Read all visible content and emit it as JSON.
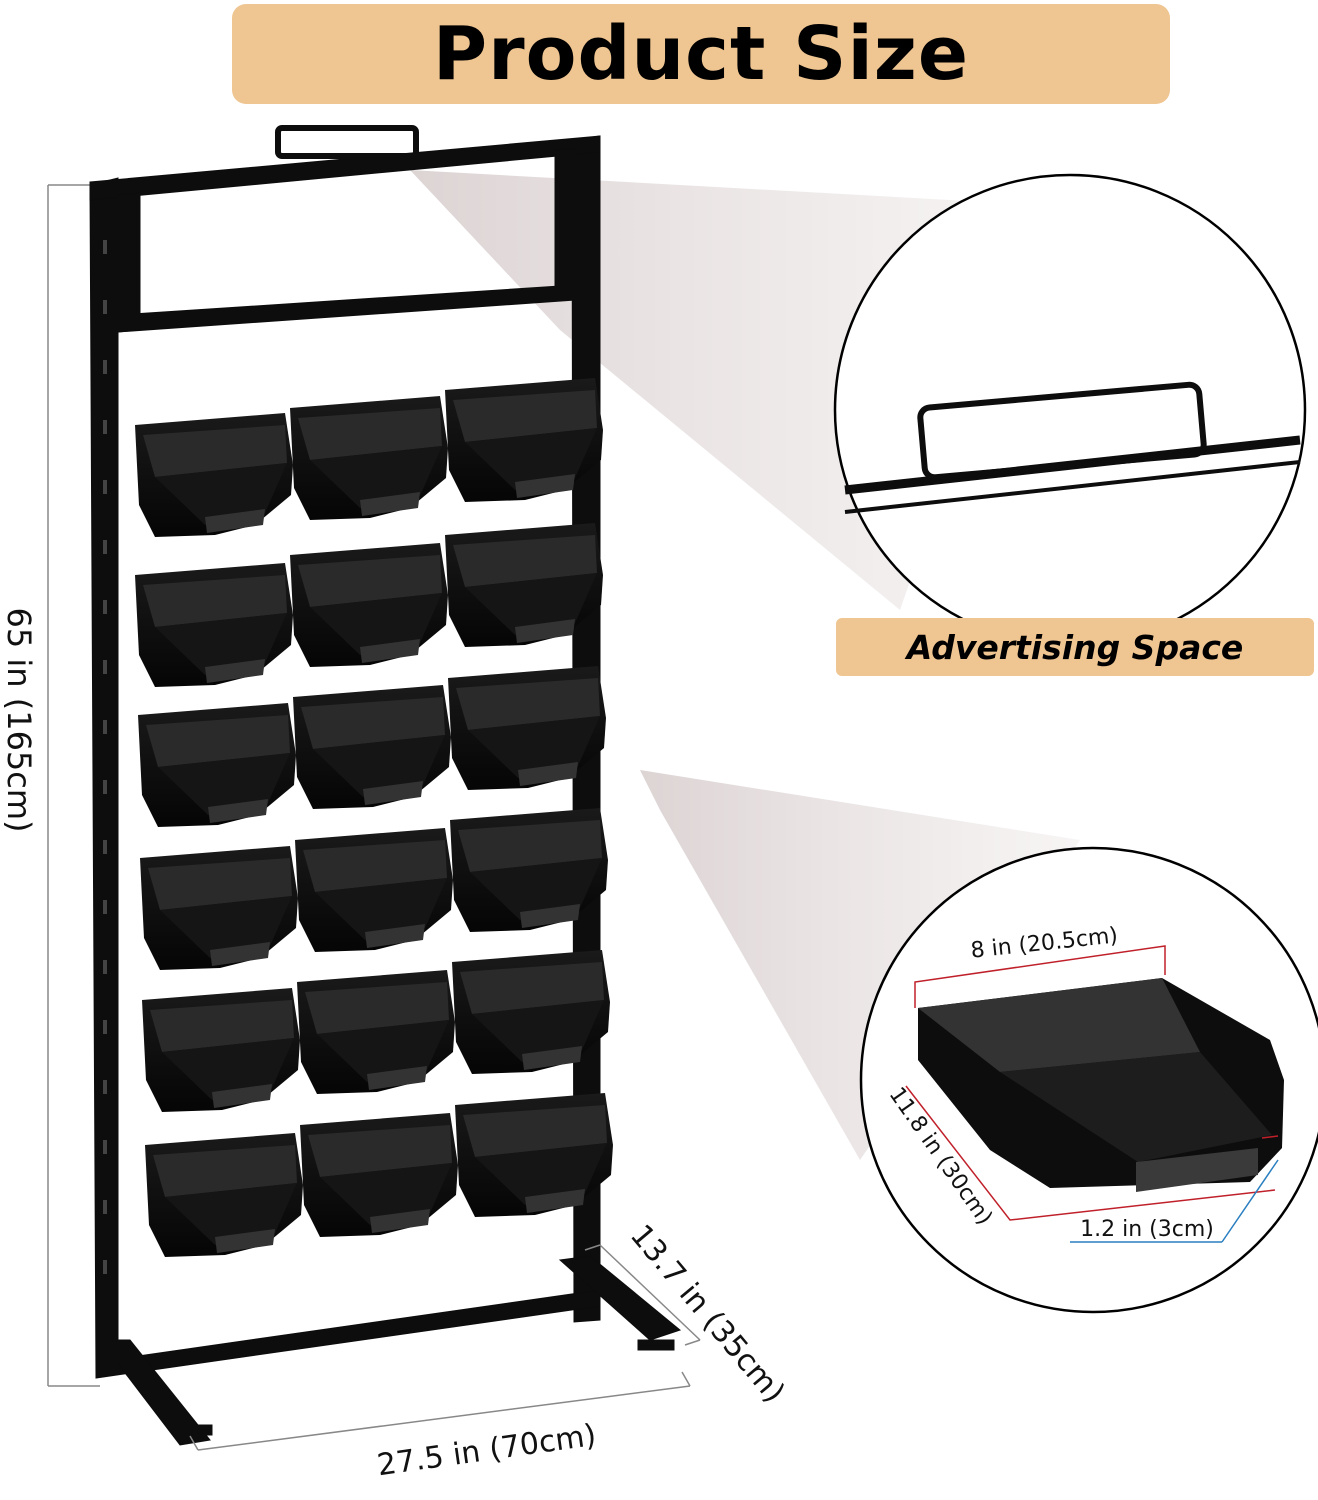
{
  "title": "Product Size",
  "advertising_label": "Advertising Space",
  "dimensions": {
    "height": "65 in (165cm)",
    "width": "27.5 in (70cm)",
    "depth": "13.7 in (35cm)"
  },
  "tray_dimensions": {
    "width": "8 in (20.5cm)",
    "length": "11.8 in (30cm)",
    "lip": "1.2 in (3cm)"
  },
  "colors": {
    "banner": "#efc591",
    "rack": "#0d0d0d",
    "tray_dimension_line": "#c0202a",
    "lip_dimension_line": "#2a7fc0"
  }
}
